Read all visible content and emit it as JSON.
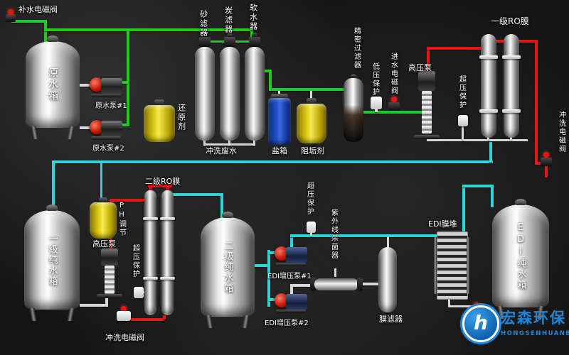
{
  "colors": {
    "pipe_green": "#1ecc1e",
    "pipe_red": "#e81515",
    "pipe_cyan": "#2fd6d6",
    "pipe_white": "#d8d8d8",
    "valve_red": "#e81515",
    "tank_yellow": "#e6d41a",
    "salt_blue": "#1a46c0",
    "logo_blue": "#1d86d8"
  },
  "labels": {
    "makeup_valve": "补水电磁阀",
    "raw_tank": "原水箱",
    "raw_pump1": "原水泵#1",
    "raw_pump2": "原水泵#2",
    "reducer": "还原剂",
    "sand_filter": "砂滤器",
    "carbon_filter": "炭滤器",
    "softener": "软水器",
    "flush_waste": "冲洗废水",
    "salt_tank": "盐箱",
    "antiscalant": "阻垢剂",
    "precision_filter": "精密过滤器",
    "low_pressure": "低压保护",
    "inlet_valve": "进水电磁阀",
    "hp_pump_top": "高压泵",
    "overpressure_top": "超压保护",
    "ro1": "一级RO膜",
    "right_flush_valve": "冲洗电磁阀",
    "pure_tank1": "一级纯水箱",
    "ph_adjust": "PH调节",
    "hp_pump_bottom": "高压泵",
    "overpressure_mid": "超压保护",
    "ro2": "二级RO膜",
    "flush_valve": "冲洗电磁阀",
    "pure_tank2": "二级纯水箱",
    "edi_pump1": "EDI增压泵#1",
    "edi_pump2": "EDI增压泵#2",
    "overpressure_edi": "超压保护",
    "uv_sterilizer": "紫外线杀菌器",
    "membrane_filter": "膜滤器",
    "edi_stack": "EDI膜堆",
    "edi_tank": "EDI纯水箱"
  },
  "logo": {
    "cn": "宏森环保",
    "en": "HONGSENHUANBAO",
    "mark": "h"
  }
}
